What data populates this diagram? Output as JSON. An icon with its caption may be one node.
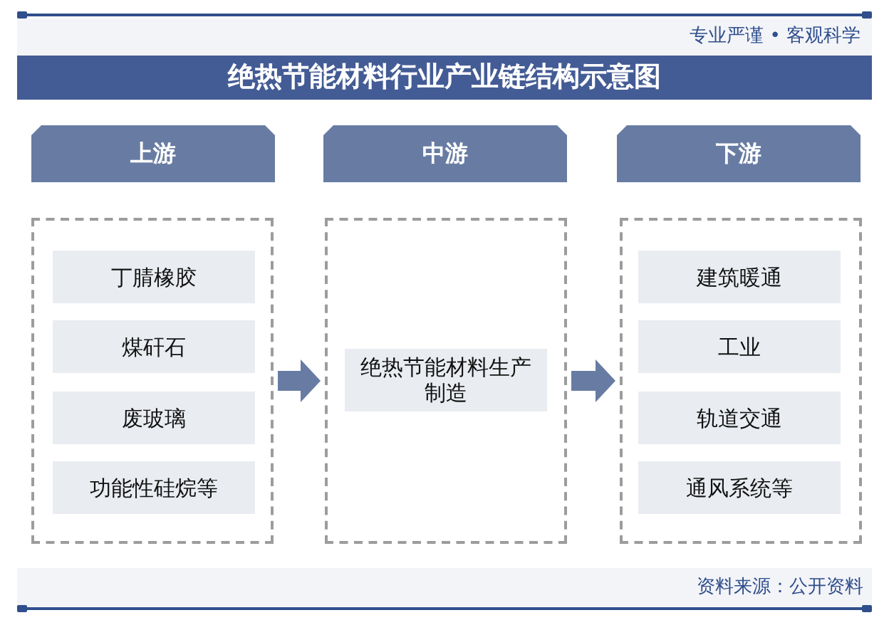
{
  "diagram": {
    "title": "绝热节能材料行业产业链结构示意图",
    "nodes": [
      {
        "text": [
          "上游"
        ]
      },
      {
        "text": [
          "中游"
        ]
      },
      {
        "text": [
          "下游"
        ]
      },
      {
        "text": [],
        "shape": "box"
      },
      {
        "text": [
          "丁腈橡胶"
        ],
        "in": 3
      },
      {
        "text": [
          "煤矸石"
        ],
        "in": 3
      },
      {
        "text": [
          "废玻璃"
        ],
        "in": 3
      },
      {
        "text": [
          "功能性硅烷等"
        ],
        "in": 3
      },
      {
        "text": [],
        "shape": "box"
      },
      {
        "text": [
          "绝热节能材料生产制造"
        ],
        "in": 8
      },
      {
        "text": [],
        "shape": "box"
      },
      {
        "text": [
          "建筑暖通"
        ],
        "in": 10
      },
      {
        "text": [
          "工业"
        ],
        "in": 10
      },
      {
        "text": [
          "轨道交通"
        ],
        "in": 10
      },
      {
        "text": [
          "通风系统等"
        ],
        "in": 10
      }
    ],
    "edges": [
      {
        "from": 3,
        "to": 8,
        "arrow": "to"
      },
      {
        "from": 8,
        "to": 10,
        "arrow": "to"
      }
    ],
    "labels": [
      "专业严谨 • 客观科学",
      "资料来源：公开资料"
    ]
  }
}
